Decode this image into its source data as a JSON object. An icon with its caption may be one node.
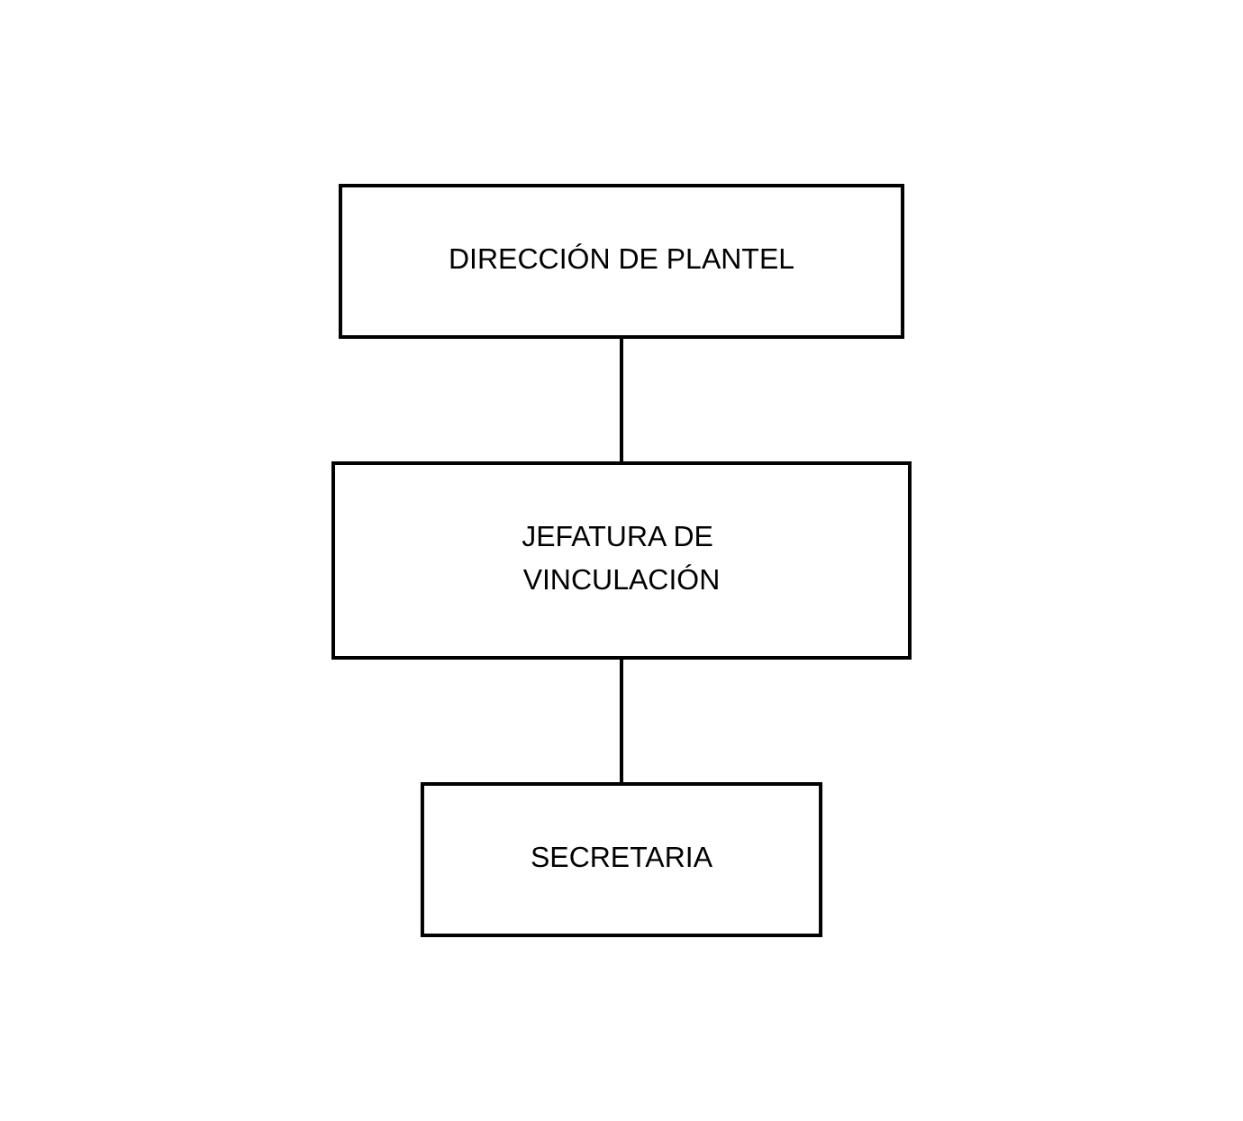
{
  "diagram": {
    "nodes": [
      {
        "text": [
          "DIRECCIÓN DE PLANTEL"
        ]
      },
      {
        "text": [
          "JEFATURA DE VINCULACIÓN"
        ]
      },
      {
        "text": [
          "SECRETARIA"
        ]
      }
    ],
    "edges": [
      {
        "from": 0,
        "to": 1,
        "arrow": "none"
      },
      {
        "from": 1,
        "to": 2,
        "arrow": "none"
      }
    ]
  }
}
